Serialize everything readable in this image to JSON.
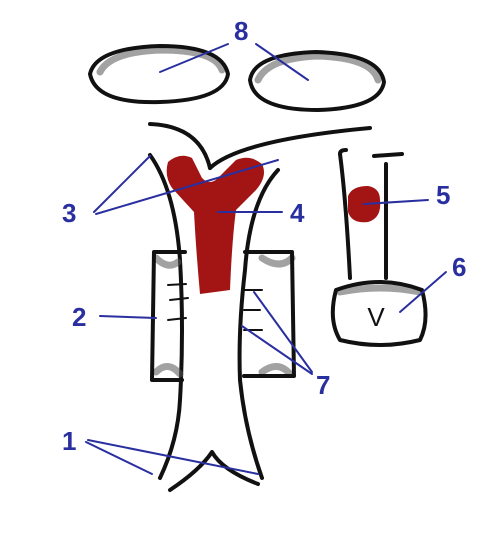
{
  "diagram": {
    "label_color": "#2a2fa0",
    "red_color": "#a31515",
    "ventricle_text": "V",
    "labels": {
      "l1": "1",
      "l2": "2",
      "l3": "3",
      "l4": "4",
      "l5": "5",
      "l6": "6",
      "l7": "7",
      "l8": "8"
    }
  }
}
